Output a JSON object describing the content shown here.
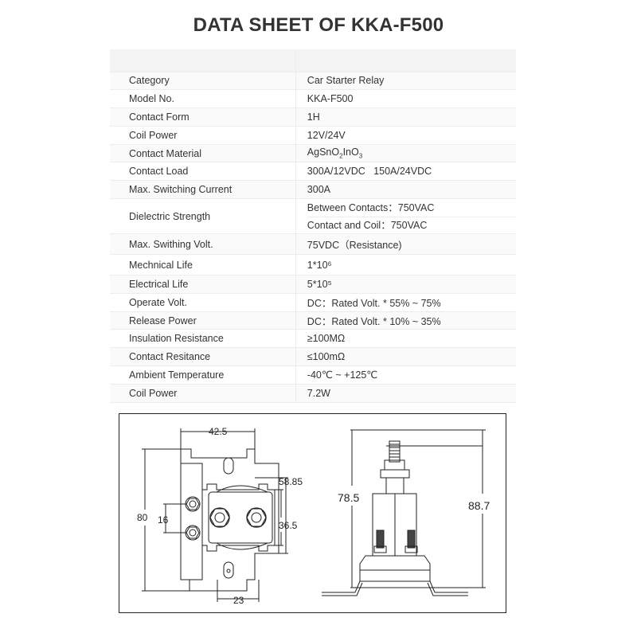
{
  "title": "DATA SHEET OF KKA-F500",
  "specs": {
    "category": {
      "label": "Category",
      "value": "Car Starter Relay"
    },
    "model": {
      "label": "Model No.",
      "value": "KKA-F500"
    },
    "contact_form": {
      "label": "Contact Form",
      "value": "1H"
    },
    "coil_power": {
      "label": "Coil Power",
      "value": "12V/24V"
    },
    "contact_material": {
      "label": "Contact Material",
      "value": "AgSnO2InO3"
    },
    "contact_load": {
      "label": "Contact Load",
      "value": "300A/12VDC   150A/24VDC"
    },
    "max_switching_current": {
      "label": "Max. Switching Current",
      "value": "300A"
    },
    "dielectric_strength": {
      "label": "Dielectric Strength",
      "value_1": "Between Contacts：750VAC",
      "value_2": "Contact and Coil：750VAC"
    },
    "max_switching_volt": {
      "label": "Max. Swithing Volt.",
      "value": "75VDC（Resistance)"
    },
    "mechanical_life": {
      "label": "Mechnical Life",
      "value": "1*10⁶"
    },
    "electrical_life": {
      "label": "Electrical Life",
      "value": "5*10⁵"
    },
    "operate_volt": {
      "label": "Operate Volt.",
      "value": "DC：Rated Volt. * 55% ~ 75%"
    },
    "release_power": {
      "label": "Release Power",
      "value": "DC：Rated Volt. * 10% ~ 35%"
    },
    "insulation_resistance": {
      "label": "Insulation Resistance",
      "value": "≥100MΩ"
    },
    "contact_resistance": {
      "label": "Contact Resitance",
      "value": "≤100mΩ"
    },
    "ambient_temperature": {
      "label": "Ambient Temperature",
      "value": "-40℃ ~ +125℃"
    },
    "coil_power_2": {
      "label": "Coil Power",
      "value": "7.2W"
    }
  },
  "drawing": {
    "front_view": {
      "width_top": "42.5",
      "height_total": "80",
      "terminal_spacing": "16",
      "width_side": "58.85",
      "height_inner": "36.5",
      "width_bottom": "23"
    },
    "side_view": {
      "height_body": "78.5",
      "height_total": "88.7"
    }
  }
}
